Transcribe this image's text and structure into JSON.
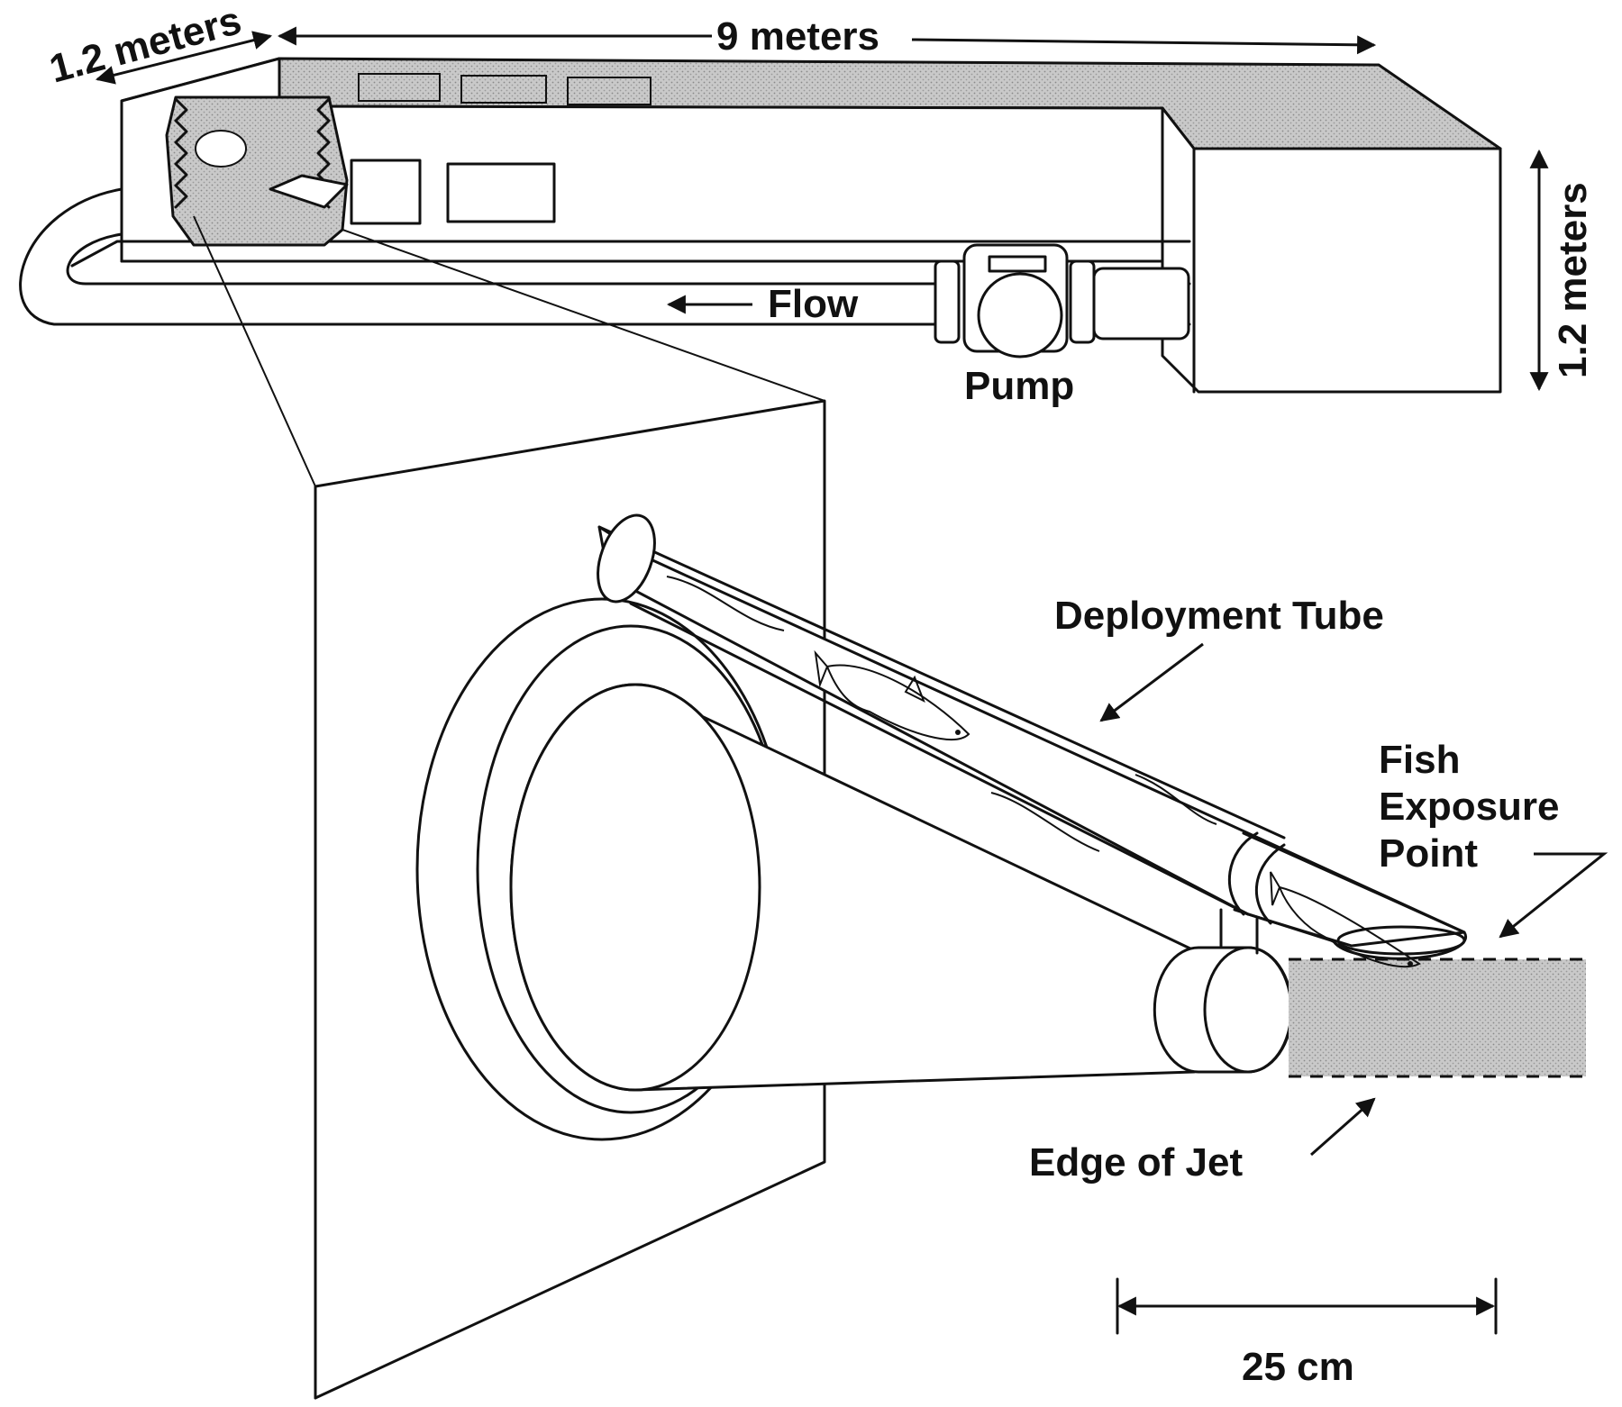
{
  "labels": {
    "width_dim": "1.2 meters",
    "length_dim": "9 meters",
    "height_dim": "1.2 meters",
    "flow": "Flow",
    "pump": "Pump",
    "deployment_tube": "Deployment Tube",
    "fish_exposure_line1": "Fish",
    "fish_exposure_line2": "Exposure",
    "fish_exposure_line3": "Point",
    "edge_of_jet": "Edge of Jet",
    "scale_bar": "25 cm"
  },
  "colors": {
    "ink": "#111111",
    "stipple": "#c8c8c8",
    "background": "#ffffff"
  }
}
